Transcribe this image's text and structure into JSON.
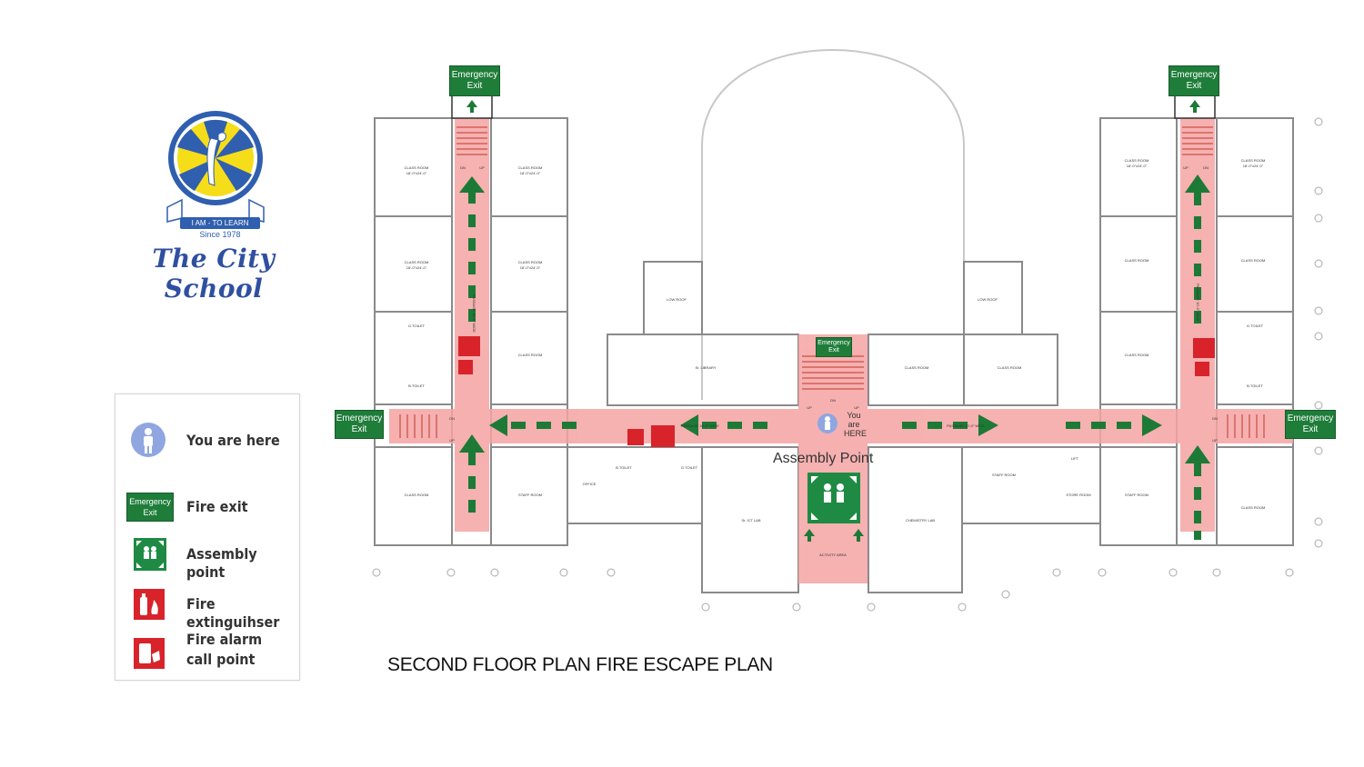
{
  "logo": {
    "motto": "I AM - TO LEARN",
    "since": "Since 1978",
    "brand": "The City School"
  },
  "legend": {
    "items": [
      {
        "icon": "you-are-here-icon",
        "label": "You are here"
      },
      {
        "icon": "emergency-exit-sign",
        "sign_text": [
          "Emergency",
          "Exit"
        ],
        "label": "Fire exit"
      },
      {
        "icon": "assembly-point-icon",
        "label": "Assembly point"
      },
      {
        "icon": "fire-extinguisher-icon",
        "label": "Fire extinguihser"
      },
      {
        "icon": "fire-alarm-call-point-icon",
        "label": [
          "Fire alarm",
          "call point"
        ]
      }
    ]
  },
  "exit_signs": {
    "top_left": [
      "Emergency",
      "Exit"
    ],
    "top_right": [
      "Emergency",
      "Exit"
    ],
    "left": [
      "Emergency",
      "Exit"
    ],
    "right": [
      "Emergency",
      "Exit"
    ],
    "center": [
      "Emergency",
      "Exit"
    ]
  },
  "plan": {
    "title": "SECOND FLOOR PLAN FIRE ESCAPE PLAN",
    "assembly_label": "Assembly Point",
    "you_are_here_text": [
      "You",
      "are",
      "HERE"
    ],
    "rooms": {
      "class_room": "CLASS ROOM",
      "staff_room": "STAFF ROOM",
      "library": "Sr. LIBRARY",
      "ict_lab": "Sr. ICT LAB",
      "chemistry_lab": "CHEMISTRY LAB",
      "office": "OFFICE",
      "store_room": "STORE ROOM",
      "activity_area": "ACTIVITY AREA",
      "g_toilet": "G.TOILET",
      "b_toilet": "B.TOILET",
      "lift": "LIFT",
      "low_roof": "LOW ROOF",
      "passage_vertical": "PASSAGE 10'-0\" WIDE",
      "passage_horizontal": "PASSAGE 10'-0\" WIDE",
      "dn": "DN",
      "up": "UP",
      "dim_class": "18'-0\"x24'-0\""
    },
    "colors": {
      "escape_route": "#f5a3a3",
      "arrow": "#1d7a36",
      "exit_green": "#1f7d3a",
      "wall": "#8a8a8a",
      "extinguisher_red": "#d8232a"
    }
  }
}
